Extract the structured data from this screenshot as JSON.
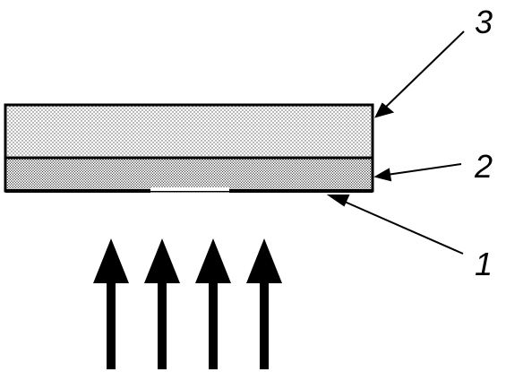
{
  "figure": {
    "labels": {
      "layer_top": "3",
      "layer_middle": "2",
      "layer_bottom": "1"
    },
    "arrow_count": 4,
    "colors": {
      "ink": "#000000",
      "top_layer_fill": "#dedede",
      "middle_layer_fill": "#b8b8b8",
      "background": "#ffffff"
    }
  }
}
